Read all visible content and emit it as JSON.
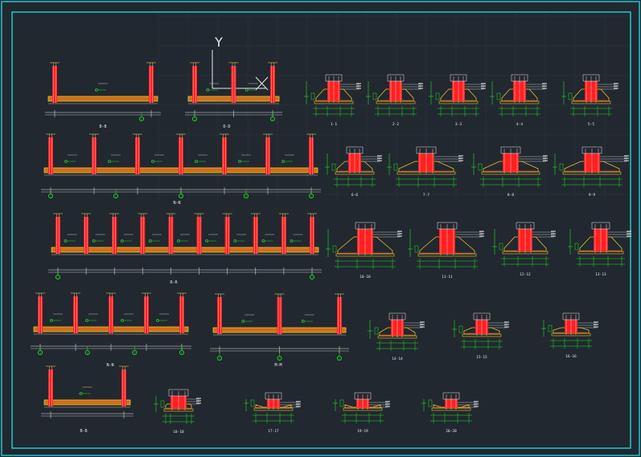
{
  "axis_label": "Y",
  "colors": {
    "background": "#212830",
    "border": "#1ec8d0",
    "column": "#ff2020",
    "slab": "#f0c020",
    "dimension": "#22dd22",
    "text": "#e8e8e8",
    "rebar": "#ff4040"
  },
  "beam_sections": [
    {
      "title": "B-B",
      "columns": 2,
      "grid_marks": [
        "A"
      ]
    },
    {
      "title": "D-D",
      "columns": 3,
      "grid_marks": [
        "1",
        "2"
      ]
    },
    {
      "title": "N-N",
      "columns": 7,
      "grid_marks": [
        "1",
        "2",
        "3",
        "4",
        "5"
      ]
    },
    {
      "title": "R-R",
      "columns": 10,
      "grid_marks": [
        "1",
        "2"
      ]
    },
    {
      "title": "N-N",
      "columns": 5,
      "grid_marks": [
        "1",
        "2",
        "3",
        "4"
      ]
    },
    {
      "title": "M-M",
      "columns": 3,
      "grid_marks": [
        "1",
        "2",
        "3"
      ]
    },
    {
      "title": "B-B",
      "columns": 2,
      "grid_marks": []
    }
  ],
  "footing_details": [
    {
      "title": "1-1"
    },
    {
      "title": "2-2"
    },
    {
      "title": "3-3"
    },
    {
      "title": "4-4"
    },
    {
      "title": "5-5"
    },
    {
      "title": "6-6"
    },
    {
      "title": "7-7"
    },
    {
      "title": "8-8"
    },
    {
      "title": "9-9"
    },
    {
      "title": "10-10"
    },
    {
      "title": "11-11"
    },
    {
      "title": "12-12"
    },
    {
      "title": "13-13"
    },
    {
      "title": "14-14"
    },
    {
      "title": "15-15"
    },
    {
      "title": "16-16"
    },
    {
      "title": "18-18"
    },
    {
      "title": "17-17"
    },
    {
      "title": "19-19"
    },
    {
      "title": "20-20"
    }
  ]
}
